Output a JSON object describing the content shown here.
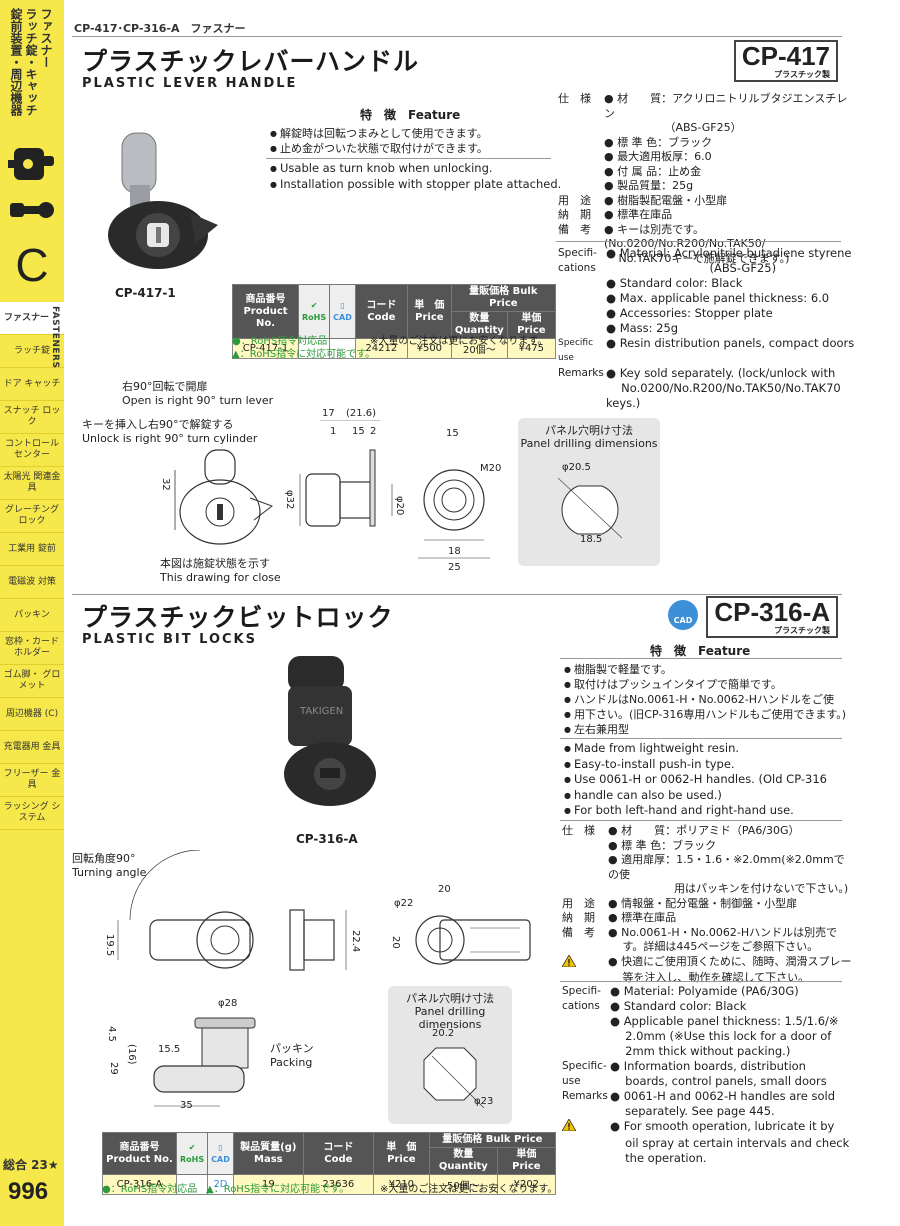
{
  "sidebar": {
    "vertical_title": [
      "ファスナー",
      "ラッチ錠・キャッチ",
      "錠前装置・周辺機器"
    ],
    "letter": "C",
    "fasteners_label": "FASTENERS",
    "menu": [
      "ファスナー",
      "ラッチ錠",
      "ドア キャッチ",
      "スナッチ ロック",
      "コントロール センター",
      "太陽光 関連金具",
      "グレーチング ロック",
      "工業用 錠前",
      "電磁波 対策",
      "パッキン",
      "窓枠・カード ホルダー",
      "ゴム脚・ グロメット",
      "周辺機器 (C)",
      "充電器用 金具",
      "フリーザー 金具",
      "ラッシング システム"
    ],
    "total_label": "総合 23★",
    "page_number": "996"
  },
  "breadcrumb": "CP-417･CP-316-A　ファスナー",
  "product1": {
    "title_jp": "プラスチックレバーハンドル",
    "title_en": "PLASTIC LEVER HANDLE",
    "code": "CP-417",
    "material_tag": "プラスチック製",
    "photo_label": "CP-417-1",
    "feature_heading": "特　徴　Feature",
    "features_jp": [
      "解錠時は回転つまみとして使用できます。",
      "止め金がついた状態で取付けができます。"
    ],
    "features_en": [
      "Usable as turn knob when unlocking.",
      "Installation possible with stopper plate attached."
    ],
    "spec_jp": [
      {
        "label": "仕　様",
        "value": "● 材　　質：アクリロニトリルブタジエンスチレン"
      },
      {
        "label": "",
        "value": "　　　　　　（ABS-GF25）"
      },
      {
        "label": "",
        "value": "● 標 準 色：ブラック"
      },
      {
        "label": "",
        "value": "● 最大適用板厚：6.0"
      },
      {
        "label": "",
        "value": "● 付 属 品：止め金"
      },
      {
        "label": "",
        "value": "● 製品質量：25g"
      },
      {
        "label": "用　途",
        "value": "● 樹脂製配電盤・小型扉"
      },
      {
        "label": "納　期",
        "value": "● 標準在庫品"
      },
      {
        "label": "備　考",
        "value": "● キーは別売です。(No.0200/No.R200/No.TAK50/"
      },
      {
        "label": "",
        "value": "　 No.TAK70キーで施解錠できます。)"
      }
    ],
    "spec_en": [
      {
        "label": "Specifi-",
        "value": "● Material: Acrylonitrile butadiene styrene"
      },
      {
        "label": "cations",
        "value": "　　　　　　　　　(ABS-GF25)"
      },
      {
        "label": "",
        "value": "● Standard color: Black"
      },
      {
        "label": "",
        "value": "● Max. applicable panel thickness: 6.0"
      },
      {
        "label": "",
        "value": "● Accessories: Stopper plate"
      },
      {
        "label": "",
        "value": "● Mass: 25g"
      },
      {
        "label": "Specific use",
        "value": "● Resin distribution panels, compact doors"
      },
      {
        "label": "Remarks",
        "value": "● Key sold separately. (lock/unlock with"
      },
      {
        "label": "",
        "value": "　 No.0200/No.R200/No.TAK50/No.TAK70 keys.)"
      }
    ],
    "table": {
      "h_code_jp": "商品番号",
      "h_code_en": "Product No.",
      "h_rohs": "RoHS",
      "h_cad": "CAD",
      "h_ordercode_jp": "コード",
      "h_ordercode_en": "Code",
      "h_price_jp": "単　価",
      "h_price_en": "Price",
      "h_bulk": "量販価格 Bulk Price",
      "h_qty": "数量 Quantity",
      "h_unit": "単価 Price",
      "row": {
        "code": "CP-417-1",
        "ordercode": "24212",
        "price": "¥500",
        "qty": "20個～",
        "unit": "¥475"
      }
    },
    "notes": [
      "●：RoHS指令対応品",
      "▲：RoHS指令に対応可能です。",
      "※大量のご注文は更にお安くなります。"
    ],
    "drawing": {
      "turn_open_jp": "右90°回転で開扉",
      "turn_open_en": "Open is right 90° turn lever",
      "key_jp": "キーを挿入し右90°で解錠する",
      "key_en": "Unlock is right 90° turn cylinder",
      "close_jp": "本図は施錠状態を示す",
      "close_en": "This drawing for close",
      "dims": [
        "17",
        "(21.6)",
        "1",
        "15",
        "2",
        "15",
        "M20",
        "32",
        "φ32",
        "φ20",
        "18",
        "25"
      ],
      "drill_title_jp": "パネル穴明け寸法",
      "drill_title_en": "Panel drilling dimensions",
      "drill_dims": [
        "φ20.5",
        "18.5"
      ]
    }
  },
  "product2": {
    "title_jp": "プラスチックビットロック",
    "title_en": "PLASTIC BIT LOCKS",
    "code": "CP-316-A",
    "material_tag": "プラスチック製",
    "cad_badge": "CAD",
    "photo_label": "CP-316-A",
    "feature_heading": "特　徴　Feature",
    "features_jp": [
      "樹脂製で軽量です。",
      "取付けはプッシュインタイプで簡単です。",
      "ハンドルはNo.0061-H・No.0062-Hハンドルをご使",
      "用下さい。(旧CP-316専用ハンドルもご使用できます。)",
      "左右兼用型"
    ],
    "features_en": [
      "Made from lightweight resin.",
      "Easy-to-install push-in type.",
      "Use 0061-H or 0062-H handles. (Old CP-316",
      "handle can also be used.)",
      "For both left-hand and right-hand use."
    ],
    "spec_jp": [
      {
        "label": "仕　様",
        "value": "● 材　　質：ポリアミド（PA6/30G）"
      },
      {
        "label": "",
        "value": "● 標 準 色：ブラック"
      },
      {
        "label": "",
        "value": "● 適用扉厚：1.5・1.6・※2.0mm(※2.0mmでの使"
      },
      {
        "label": "",
        "value": "　　　　　　用はパッキンを付けないで下さい。)"
      },
      {
        "label": "用　途",
        "value": "● 情報盤・配分電盤・制御盤・小型扉"
      },
      {
        "label": "納　期",
        "value": "● 標準在庫品"
      },
      {
        "label": "備　考",
        "value": "● No.0061-H・No.0062-Hハンドルは別売で"
      },
      {
        "label": "",
        "value": "　 す。詳細は445ページをご参照下さい。"
      },
      {
        "label": "",
        "value": ""
      },
      {
        "label": "warn",
        "value": "● 快適にご使用頂くために、随時、潤滑スプレー"
      },
      {
        "label": "",
        "value": "　 等を注入し、動作を確認して下さい。"
      }
    ],
    "spec_en": [
      {
        "label": "Specifi-",
        "value": "● Material: Polyamide (PA6/30G)"
      },
      {
        "label": "cations",
        "value": "● Standard color: Black"
      },
      {
        "label": "",
        "value": "● Applicable panel thickness: 1.5/1.6/※"
      },
      {
        "label": "",
        "value": "　 2.0mm (※Use this lock for a door of"
      },
      {
        "label": "",
        "value": "　 2mm thick without packing.)"
      },
      {
        "label": "Specific-",
        "value": "● Information boards, distribution"
      },
      {
        "label": "use",
        "value": "　 boards, control panels, small doors"
      },
      {
        "label": "Remarks",
        "value": "● 0061-H and 0062-H handles are sold"
      },
      {
        "label": "",
        "value": "　 separately. See page 445."
      },
      {
        "label": "warn",
        "value": "● For smooth operation, lubricate it by"
      },
      {
        "label": "",
        "value": "　 oil spray at certain intervals and check"
      },
      {
        "label": "",
        "value": "　 the operation."
      }
    ],
    "table": {
      "h_code_jp": "商品番号",
      "h_code_en": "Product No.",
      "h_rohs": "RoHS",
      "h_cad": "CAD",
      "h_mass_jp": "製品質量(g)",
      "h_mass_en": "Mass",
      "h_ordercode_jp": "コード",
      "h_ordercode_en": "Code",
      "h_price_jp": "単　価",
      "h_price_en": "Price",
      "h_bulk": "量販価格 Bulk Price",
      "h_qty": "数量 Quantity",
      "h_unit": "単価 Price",
      "row": {
        "code": "CP-316-A",
        "cad": "2D",
        "mass": "19",
        "ordercode": "23636",
        "price": "¥210",
        "qty": "50個～",
        "unit": "¥202"
      }
    },
    "notes": [
      "●：RoHS指令対応品",
      "▲：RoHS指令に対応可能です。",
      "※大量のご注文は更にお安くなります。"
    ],
    "drawing": {
      "angle_jp": "回転角度90°",
      "angle_en": "Turning angle",
      "packing_jp": "パッキン",
      "packing_en": "Packing",
      "dims": [
        "19.5",
        "22.4",
        "φ22",
        "20",
        "20",
        "φ28",
        "4.5",
        "(16)",
        "15.5",
        "29",
        "35"
      ],
      "drill_title_jp": "パネル穴明け寸法",
      "drill_title_en": "Panel drilling dimensions",
      "drill_dims": [
        "20.2",
        "φ23"
      ]
    }
  },
  "colors": {
    "sidebar": "#f6e84a",
    "table_header": "#555555",
    "table_row": "#fff8c0",
    "cad_badge": "#3d8fd8",
    "rohs_green": "#2a9a3a"
  }
}
